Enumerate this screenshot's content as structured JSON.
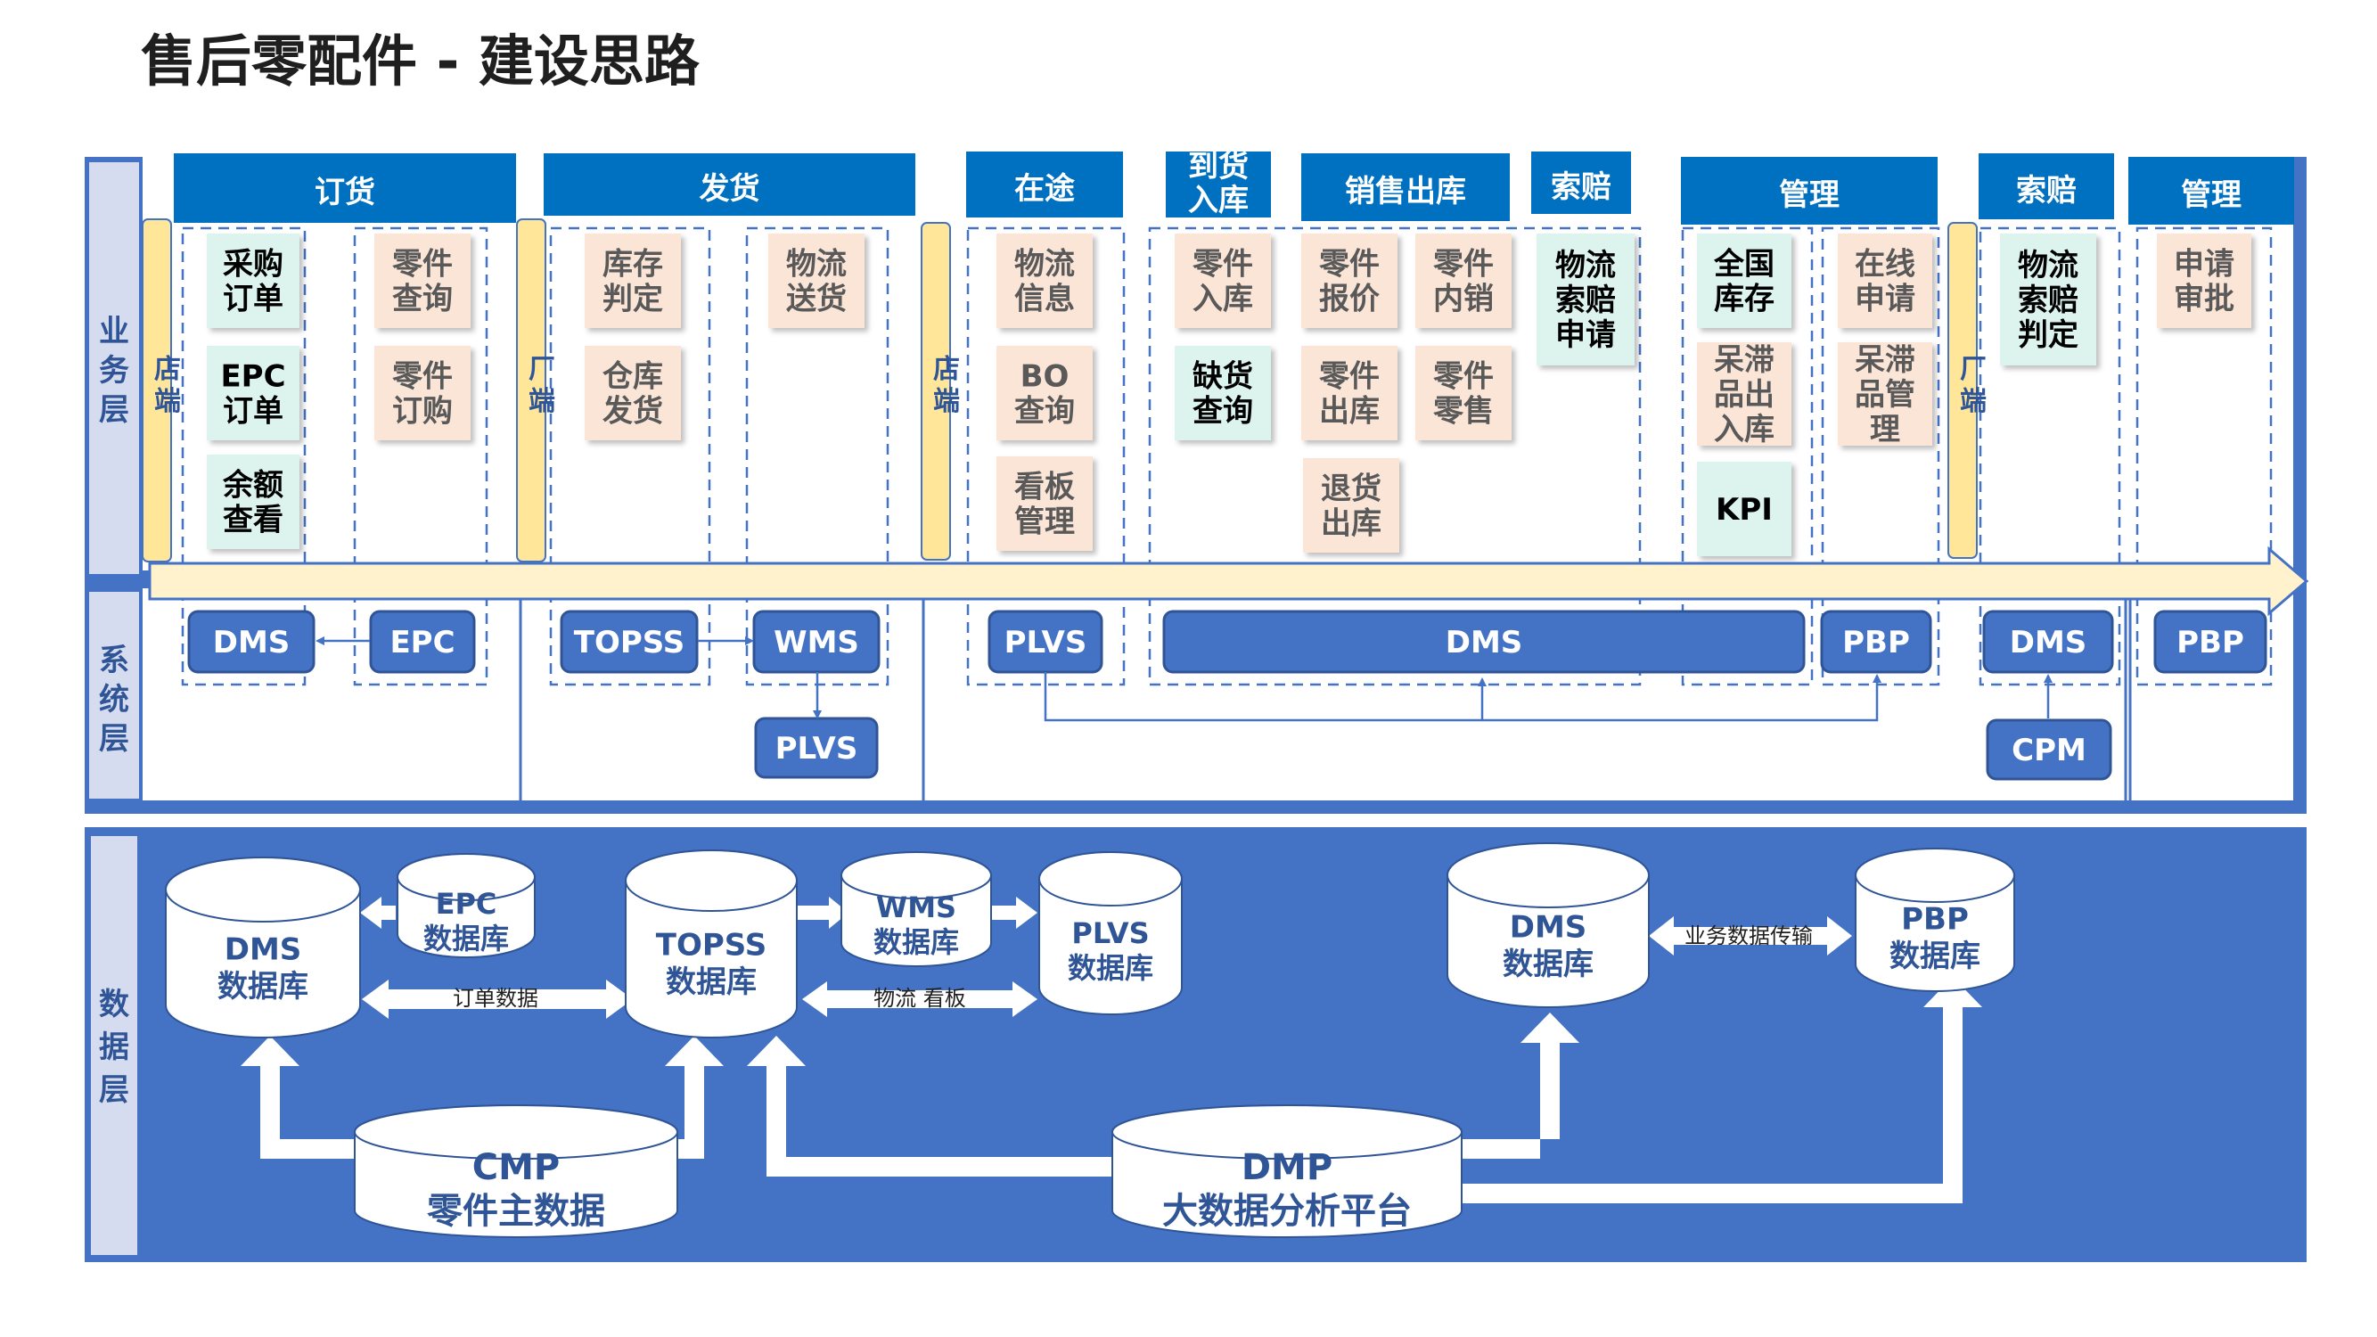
{
  "title": "售后零配件 - 建设思路",
  "colors": {
    "primary_blue": "#4472C4",
    "header_blue": "#0070C0",
    "dark_blue_border": "#2F5597",
    "label_bg": "#D6DCF0",
    "mint": "#DDF4EE",
    "peach": "#FBE5D6",
    "yellow": "#FFE699",
    "arrow_fill": "#FFF2CC",
    "arrow_stroke": "#4472C4",
    "white": "#FFFFFF"
  },
  "layers": {
    "business": "业务层",
    "system": "系统层",
    "data": "数据层"
  },
  "stages": [
    {
      "key": "dinghuo",
      "label": "订货"
    },
    {
      "key": "fahuo",
      "label": "发货"
    },
    {
      "key": "zaitu",
      "label": "在途"
    },
    {
      "key": "daohuo",
      "label": "到货\n入库"
    },
    {
      "key": "xiaoshou",
      "label": "销售出库"
    },
    {
      "key": "suopei1",
      "label": "索赔"
    },
    {
      "key": "guanli1",
      "label": "管理"
    },
    {
      "key": "suopei2",
      "label": "索赔"
    },
    {
      "key": "guanli2",
      "label": "管理"
    }
  ],
  "actors": {
    "store": "店\n端",
    "factory": "厂\n端"
  },
  "business_items": [
    {
      "id": "caigou",
      "label": "采购\n订单",
      "style": "mint"
    },
    {
      "id": "lingjian-chaxun",
      "label": "零件\n查询",
      "style": "peach"
    },
    {
      "id": "epc-dingdan",
      "label": "EPC\n订单",
      "style": "mint"
    },
    {
      "id": "lingjian-dinggou",
      "label": "零件\n订购",
      "style": "peach"
    },
    {
      "id": "yue-chakan",
      "label": "余额\n查看",
      "style": "mint"
    },
    {
      "id": "kucun-panding",
      "label": "库存\n判定",
      "style": "peach"
    },
    {
      "id": "wuliu-songhuo",
      "label": "物流\n送货",
      "style": "peach"
    },
    {
      "id": "cangku-fahuo",
      "label": "仓库\n发货",
      "style": "peach"
    },
    {
      "id": "wuliu-xinxi",
      "label": "物流\n信息",
      "style": "peach"
    },
    {
      "id": "bo-chaxun",
      "label": "BO\n查询",
      "style": "peach"
    },
    {
      "id": "kanban-guanli",
      "label": "看板\n管理",
      "style": "peach"
    },
    {
      "id": "lingjian-ruku",
      "label": "零件\n入库",
      "style": "peach"
    },
    {
      "id": "quehuo-chaxun",
      "label": "缺货\n查询",
      "style": "mint"
    },
    {
      "id": "lingjian-baojia",
      "label": "零件\n报价",
      "style": "peach"
    },
    {
      "id": "lingjian-neixiao",
      "label": "零件\n内销",
      "style": "peach"
    },
    {
      "id": "lingjian-chuku",
      "label": "零件\n出库",
      "style": "peach"
    },
    {
      "id": "lingjian-lingshou",
      "label": "零件\n零售",
      "style": "peach"
    },
    {
      "id": "tuihuo-chuku",
      "label": "退货\n出库",
      "style": "peach"
    },
    {
      "id": "wuliu-suopei-shenqing",
      "label": "物流\n索赔\n申请",
      "style": "mint"
    },
    {
      "id": "quanguo-kucun",
      "label": "全国\n库存",
      "style": "mint"
    },
    {
      "id": "zaixian-shenqing",
      "label": "在线\n申请",
      "style": "peach"
    },
    {
      "id": "daizhi-chuku",
      "label": "呆滞\n品出\n入库",
      "style": "peach"
    },
    {
      "id": "daizhi-guanli",
      "label": "呆滞\n品管\n理",
      "style": "peach"
    },
    {
      "id": "kpi",
      "label": "KPI",
      "style": "mint"
    },
    {
      "id": "wuliu-suopei-panding",
      "label": "物流\n索赔\n判定",
      "style": "mint"
    },
    {
      "id": "shenqing-shenpi",
      "label": "申请\n审批",
      "style": "peach"
    }
  ],
  "systems": [
    {
      "id": "dms-1",
      "label": "DMS"
    },
    {
      "id": "epc",
      "label": "EPC"
    },
    {
      "id": "topss",
      "label": "TOPSS"
    },
    {
      "id": "wms",
      "label": "WMS"
    },
    {
      "id": "plvs-1",
      "label": "PLVS"
    },
    {
      "id": "plvs-2",
      "label": "PLVS"
    },
    {
      "id": "dms-2",
      "label": "DMS"
    },
    {
      "id": "pbp-1",
      "label": "PBP"
    },
    {
      "id": "dms-3",
      "label": "DMS"
    },
    {
      "id": "cpm",
      "label": "CPM"
    },
    {
      "id": "pbp-2",
      "label": "PBP"
    }
  ],
  "databases": [
    {
      "id": "db-dms-1",
      "label": "DMS\n数据库"
    },
    {
      "id": "db-epc",
      "label": "EPC\n数据库"
    },
    {
      "id": "db-topss",
      "label": "TOPSS\n数据库"
    },
    {
      "id": "db-wms",
      "label": "WMS\n数据库"
    },
    {
      "id": "db-plvs",
      "label": "PLVS\n数据库"
    },
    {
      "id": "db-dms-2",
      "label": "DMS\n数据库"
    },
    {
      "id": "db-pbp",
      "label": "PBP\n数据库"
    },
    {
      "id": "db-cmp",
      "label": "CMP\n零件主数据"
    },
    {
      "id": "db-dmp",
      "label": "DMP\n大数据分析平台"
    }
  ],
  "data_flows": {
    "order_data": "订单数据",
    "logistics_kanban": "物流 看板",
    "business_transfer": "业务数据传输"
  }
}
